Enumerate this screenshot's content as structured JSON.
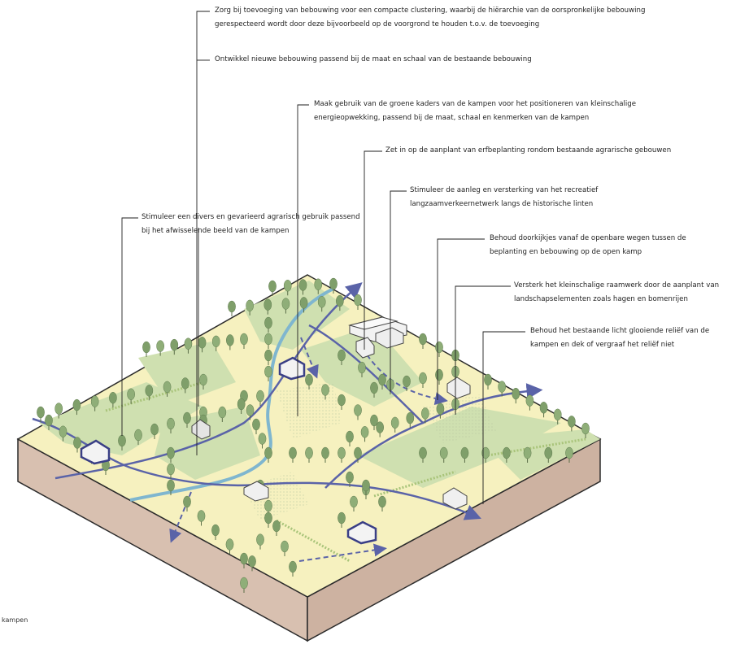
{
  "annotations": [
    {
      "id": "a1",
      "lines": [
        "Zorg bij toevoeging van bebouwing voor een compacte clustering, waarbij de hiërarchie van de oorspronkelijke bebouwing",
        "gerespecteerd wordt door deze bijvoorbeeld op de voorgrond te houden t.o.v. de toevoeging"
      ]
    },
    {
      "id": "a2",
      "lines": [
        "Ontwikkel nieuwe bebouwing passend bij de maat en schaal van de bestaande bebouwing"
      ]
    },
    {
      "id": "a3",
      "lines": [
        "Maak gebruik van de groene kaders van de kampen voor het positioneren van kleinschalige",
        "energieopwekking, passend bij de maat, schaal en kenmerken van de kampen"
      ]
    },
    {
      "id": "a4",
      "lines": [
        "Zet in op de aanplant van erfbeplanting rondom bestaande agrarische gebouwen"
      ]
    },
    {
      "id": "a5",
      "lines": [
        "Stimuleer de aanleg en versterking van het recreatief",
        "langzaamverkeernetwerk langs de historische linten"
      ]
    },
    {
      "id": "a6",
      "lines": [
        "Stimuleer een divers en gevarieerd agrarisch gebruik passend",
        "bij het afwisselende beeld van de kampen"
      ]
    },
    {
      "id": "a7",
      "lines": [
        "Behoud doorkijkjes vanaf de openbare wegen tussen de",
        "beplanting en bebouwing op de open kamp"
      ]
    },
    {
      "id": "a8",
      "lines": [
        "Versterk het kleinschalige raamwerk door de aanplant van",
        "landschapselementen zoals hagen en bomenrijen"
      ]
    },
    {
      "id": "a9",
      "lines": [
        "Behoud het bestaande licht glooiende reliëf van de",
        "kampen en dek of vergraaf het reliëf niet"
      ]
    }
  ],
  "caption": "kampen",
  "colors": {
    "field": "#f6f1bf",
    "meadow": "#cfe0b0",
    "soil_side": "#d8c0b0",
    "tree": "#8fae78",
    "tree_dark": "#6f8f5c",
    "road": "#5a63a8",
    "water": "#7fb6cf",
    "outline": "#2b2b2b"
  }
}
